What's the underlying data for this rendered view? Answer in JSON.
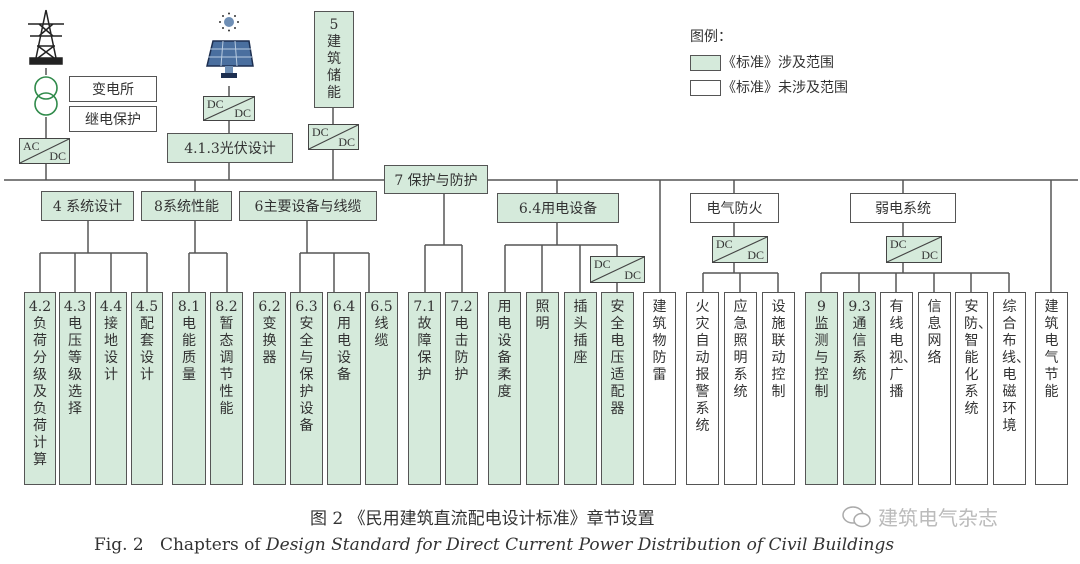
{
  "sources": {
    "substation": "变电所",
    "relay_protection": "继电保护",
    "acdc": {
      "top": "AC",
      "bottom": "DC"
    },
    "dcdc": {
      "top": "DC",
      "bottom": "DC"
    },
    "pv_design": "4.1.3光伏设计",
    "storage": "5建筑储能"
  },
  "bus_nodes": {
    "protection": "7 保护与防护",
    "system_design": "4 系统设计",
    "system_performance": "8系统性能",
    "main_equipment": "6主要设备与线缆",
    "electrical_equipment": "6.4用电设备",
    "fire_prevention": "电气防火",
    "weak_current": "弱电系统"
  },
  "legend": {
    "title": "图例：",
    "covered": "《标准》涉及范围",
    "not_covered": "《标准》未涉及范围",
    "covered_color": "#d5eadb",
    "not_covered_color": "#ffffff"
  },
  "leaves": [
    {
      "num": "4.2",
      "text": "负荷分级及负荷计算",
      "covered": true
    },
    {
      "num": "4.3",
      "text": "电压等级选择",
      "covered": true
    },
    {
      "num": "4.4",
      "text": "接地设计",
      "covered": true
    },
    {
      "num": "4.5",
      "text": "配套设计",
      "covered": true
    },
    {
      "num": "8.1",
      "text": "电能质量",
      "covered": true
    },
    {
      "num": "8.2",
      "text": "暂态调节性能",
      "covered": true
    },
    {
      "num": "6.2",
      "text": "变换器",
      "covered": true
    },
    {
      "num": "6.3",
      "text": "安全与保护设备",
      "covered": true
    },
    {
      "num": "6.4",
      "text": "用电设备",
      "covered": true
    },
    {
      "num": "6.5",
      "text": "线缆",
      "covered": true
    },
    {
      "num": "7.1",
      "text": "故障保护",
      "covered": true
    },
    {
      "num": "7.2",
      "text": "电击防护",
      "covered": true
    },
    {
      "num": "",
      "text": "用电设备柔度",
      "covered": true
    },
    {
      "num": "",
      "text": "照明",
      "covered": true
    },
    {
      "num": "",
      "text": "插头插座",
      "covered": true
    },
    {
      "num": "",
      "text": "安全电压适配器",
      "covered": true
    },
    {
      "num": "",
      "text": "建筑物防雷",
      "covered": false
    },
    {
      "num": "",
      "text": "火灾自动报警系统",
      "covered": false
    },
    {
      "num": "",
      "text": "应急照明系统",
      "covered": false
    },
    {
      "num": "",
      "text": "设施联动控制",
      "covered": false
    },
    {
      "num": "9",
      "text": "监测与控制",
      "covered": true
    },
    {
      "num": "9.3",
      "text": "通信系统",
      "covered": true
    },
    {
      "num": "",
      "text": "有线电视、广播",
      "covered": false
    },
    {
      "num": "",
      "text": "信息网络",
      "covered": false
    },
    {
      "num": "",
      "text": "安防、智能化系统",
      "covered": false
    },
    {
      "num": "",
      "text": "综合布线、电磁环境",
      "covered": false
    },
    {
      "num": "",
      "text": "建筑电气节能",
      "covered": false
    }
  ],
  "caption": {
    "cn": "图 2 《民用建筑直流配电设计标准》章节设置",
    "en_prefix": "Fig. 2   Chapters of ",
    "en_title": "Design Standard for Direct Current Power Distribution of Civil Buildings"
  },
  "watermark": "建筑电气杂志"
}
